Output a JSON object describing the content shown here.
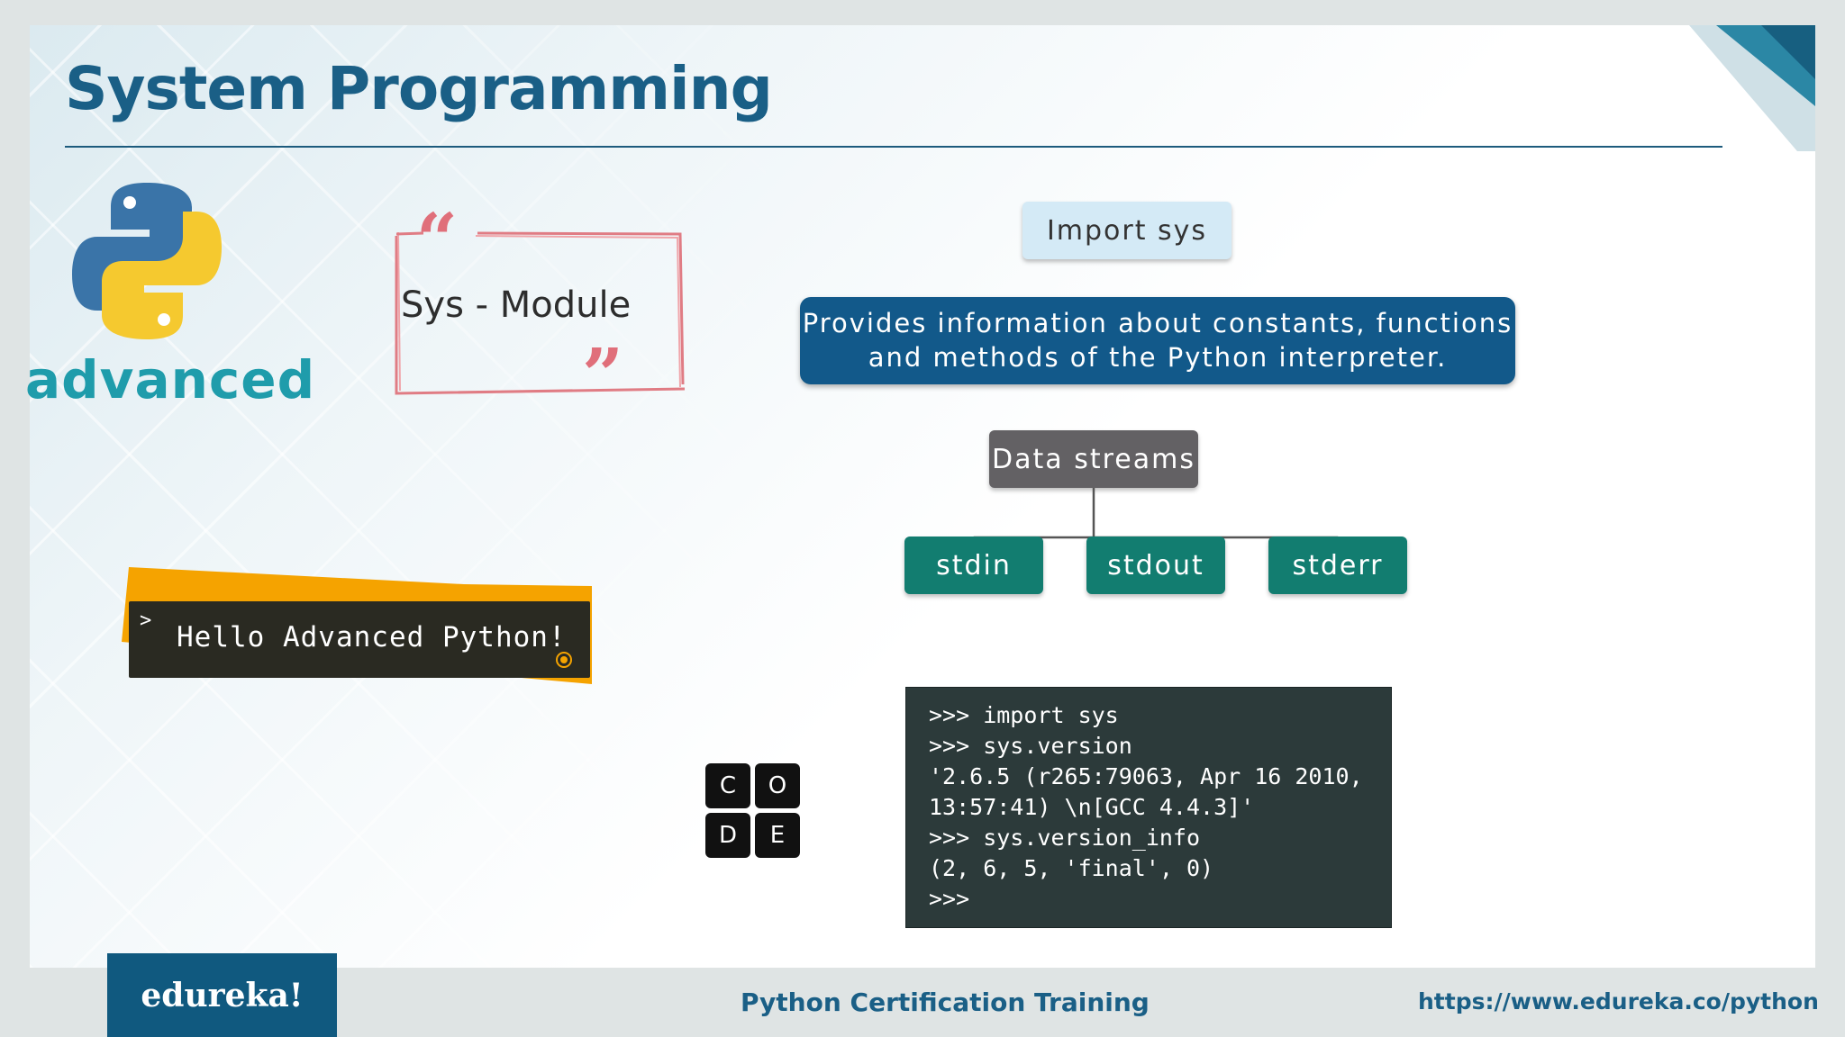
{
  "slide": {
    "title": "System Programming",
    "advanced_word": "advanced",
    "quote_text": "Sys - Module"
  },
  "diagram": {
    "import_label": "Import sys",
    "info_line1": "Provides information about constants, functions",
    "info_line2": "and methods of the Python interpreter.",
    "streams_label": "Data streams",
    "streams": [
      "stdin",
      "stdout",
      "stderr"
    ]
  },
  "banner": {
    "prompt": ">",
    "text": "Hello Advanced Python!"
  },
  "code_icon": {
    "tiles": [
      "C",
      "O",
      "D",
      "E"
    ]
  },
  "terminal": {
    "lines": [
      ">>> import sys",
      ">>> sys.version",
      "'2.6.5 (r265:79063, Apr 16 2010,",
      "13:57:41) \\n[GCC 4.4.3]'",
      ">>> sys.version_info",
      "(2, 6, 5, 'final', 0)",
      ">>>"
    ]
  },
  "footer": {
    "logo": "edureka!",
    "center": "Python Certification Training",
    "url": "https://www.edureka.co/python"
  },
  "colors": {
    "title_blue": "#1a5f86",
    "info_blue": "#12598a",
    "stream_green": "#127d70",
    "stream_gray": "#636164",
    "banner_orange": "#f5a300",
    "banner_dark": "#2a2a22"
  }
}
